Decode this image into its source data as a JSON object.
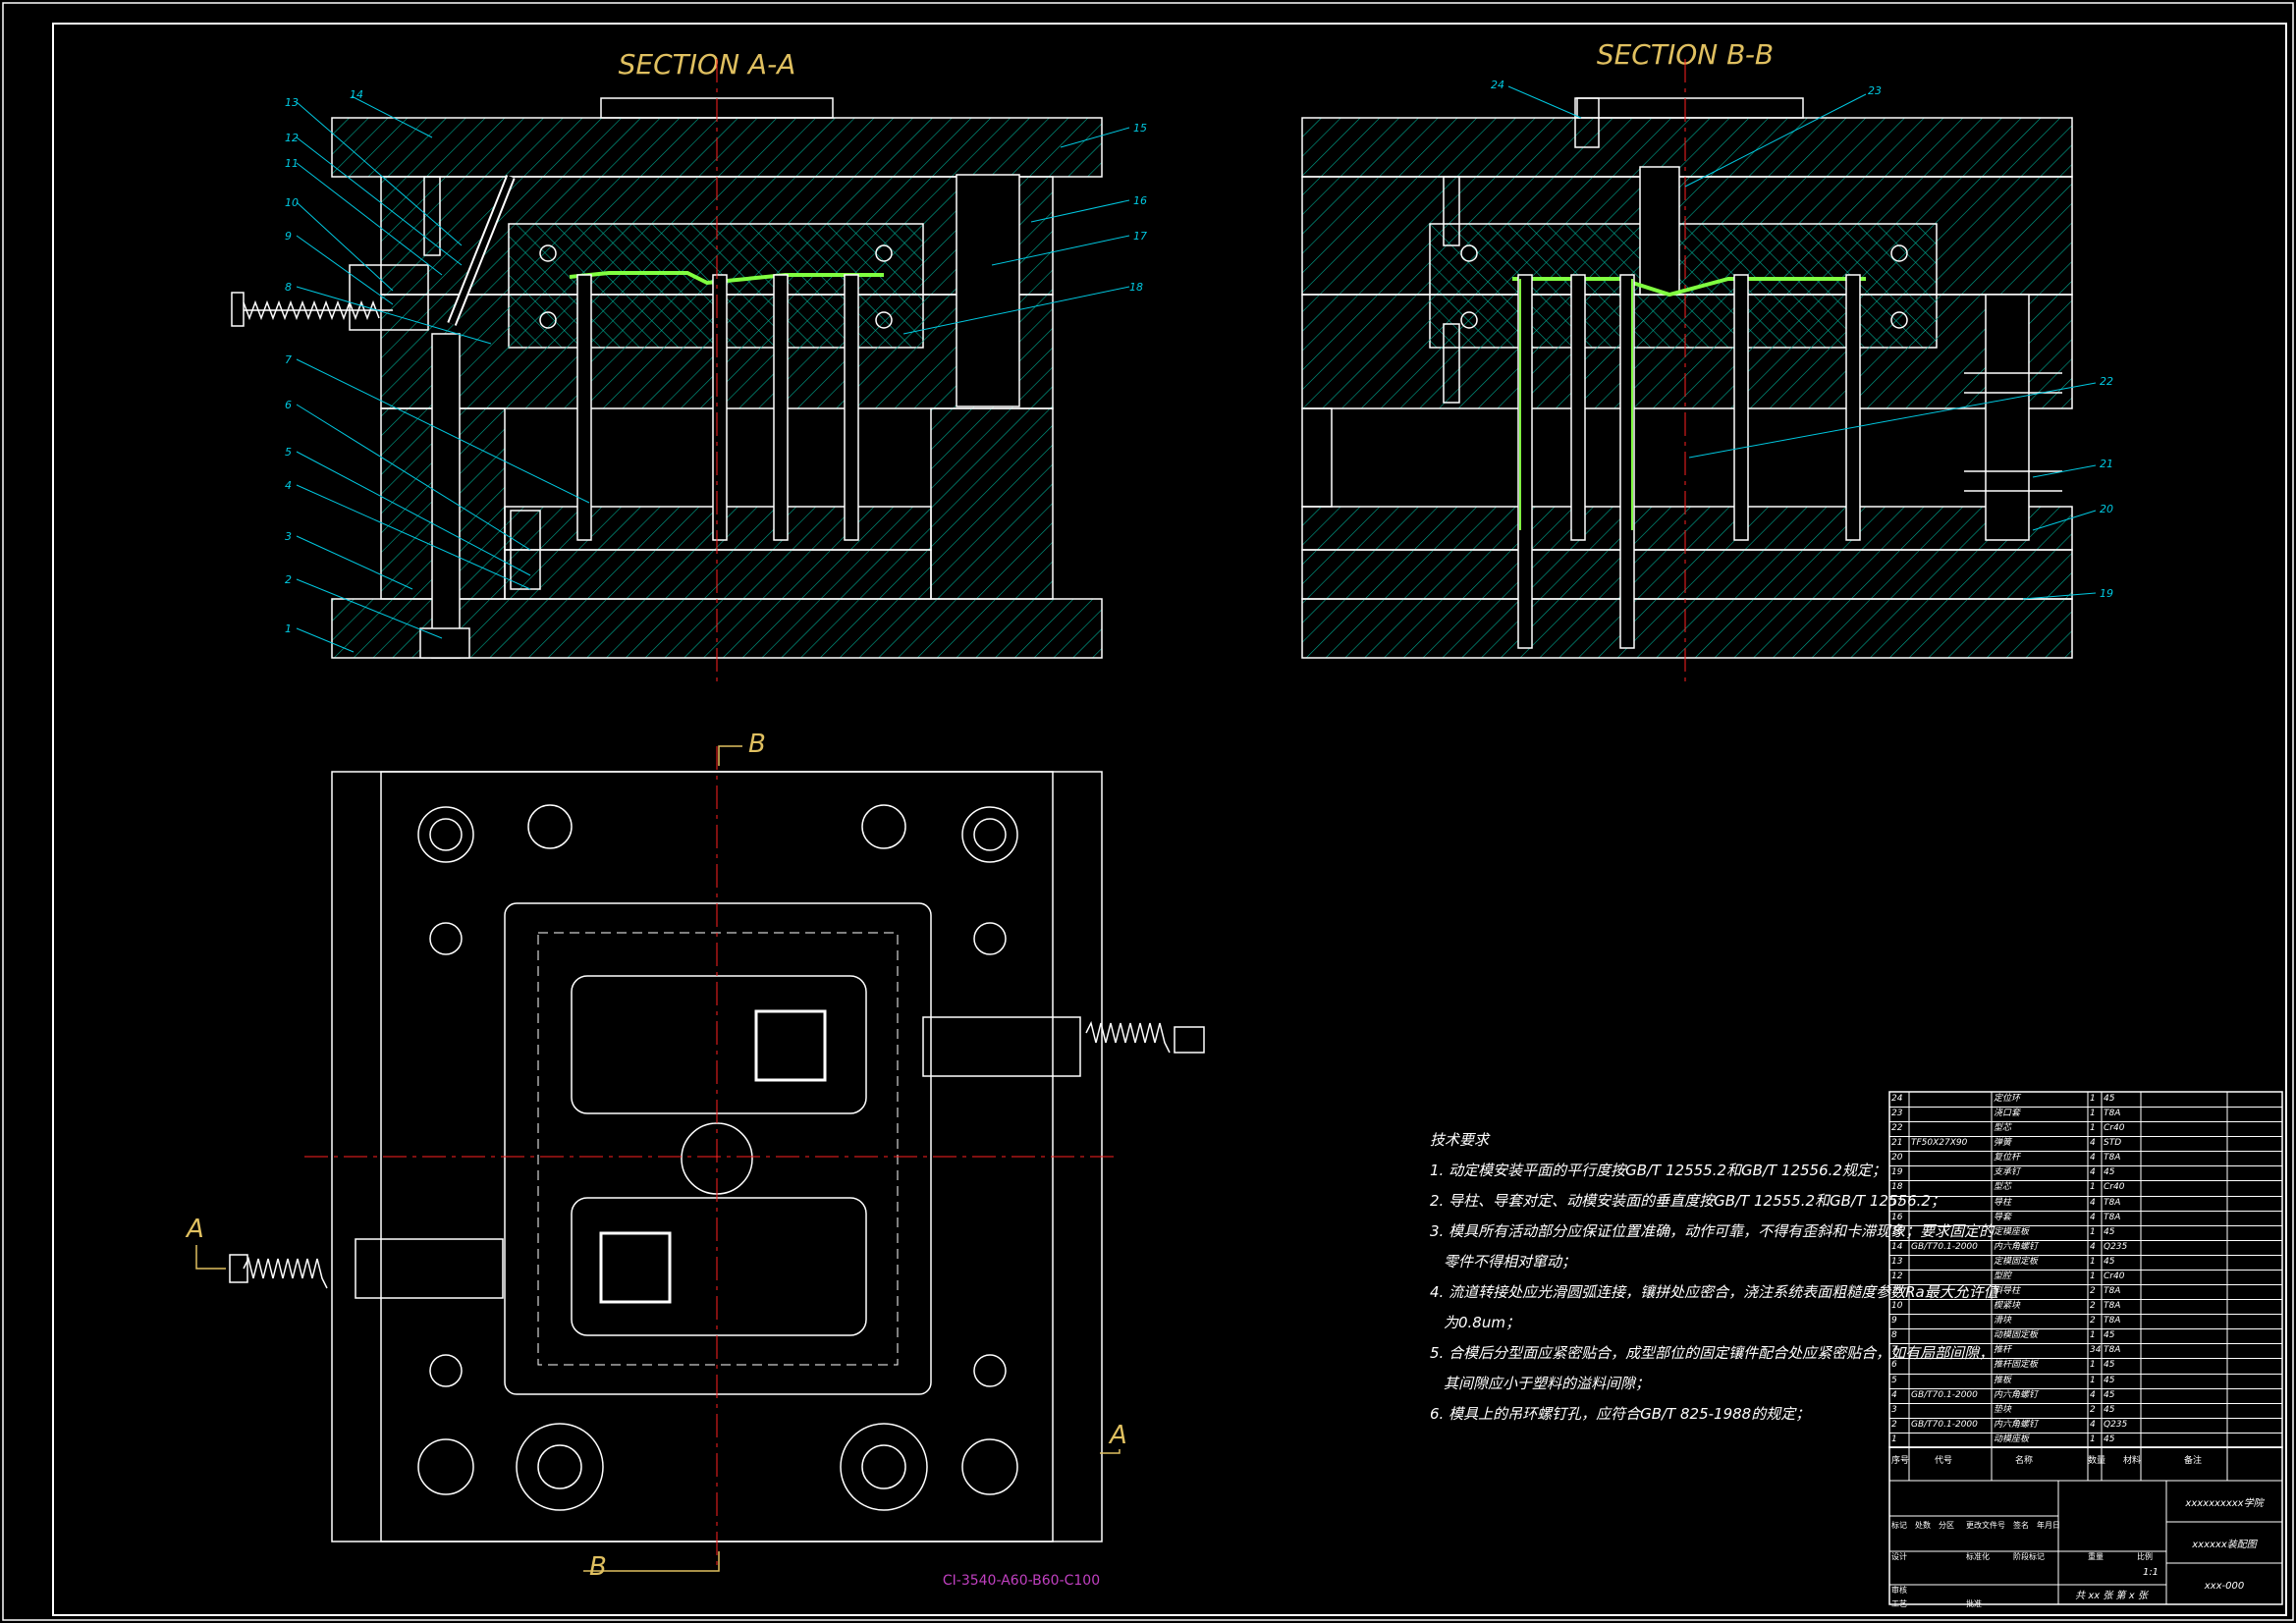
{
  "views": {
    "section_aa_title": "SECTION A-A",
    "section_bb_title": "SECTION B-B",
    "cut_a": "A",
    "cut_b": "B",
    "layer_code": "CI-3540-A60-B60-C100"
  },
  "balloons_aa": [
    "1",
    "2",
    "3",
    "4",
    "5",
    "6",
    "7",
    "8",
    "9",
    "10",
    "11",
    "12",
    "13",
    "14",
    "15",
    "16",
    "17",
    "18"
  ],
  "balloons_bb": [
    "19",
    "20",
    "21",
    "22",
    "23",
    "24"
  ],
  "notes": {
    "title": "技术要求",
    "lines": [
      "1. 动定模安装平面的平行度按GB/T 12555.2和GB/T 12556.2规定；",
      "2. 导柱、导套对定、动模安装面的垂直度按GB/T 12555.2和GB/T 12556.2；",
      "3. 模具所有活动部分应保证位置准确，动作可靠，不得有歪斜和卡滞现象；要求固定的",
      "零件不得相对窜动；",
      "4. 流道转接处应光滑圆弧连接，镶拼处应密合，浇注系统表面粗糙度参数Ra最大允许值",
      "为0.8um；",
      "5. 合模后分型面应紧密贴合，成型部位的固定镶件配合处应紧密贴合，如有局部间隙，",
      "其间隙应小于塑料的溢料间隙；",
      "6. 模具上的吊环螺钉孔，应符合GB/T 825-1988的规定；"
    ]
  },
  "bom": [
    {
      "no": "24",
      "std": "",
      "name": "定位环",
      "qty": "1",
      "mat": "45",
      "note": ""
    },
    {
      "no": "23",
      "std": "",
      "name": "浇口套",
      "qty": "1",
      "mat": "T8A",
      "note": ""
    },
    {
      "no": "22",
      "std": "",
      "name": "型芯",
      "qty": "1",
      "mat": "Cr40",
      "note": ""
    },
    {
      "no": "21",
      "std": "TF50X27X90",
      "name": "弹簧",
      "qty": "4",
      "mat": "STD",
      "note": ""
    },
    {
      "no": "20",
      "std": "",
      "name": "复位杆",
      "qty": "4",
      "mat": "T8A",
      "note": ""
    },
    {
      "no": "19",
      "std": "",
      "name": "支承钉",
      "qty": "4",
      "mat": "45",
      "note": ""
    },
    {
      "no": "18",
      "std": "",
      "name": "型芯",
      "qty": "1",
      "mat": "Cr40",
      "note": ""
    },
    {
      "no": "17",
      "std": "",
      "name": "导柱",
      "qty": "4",
      "mat": "T8A",
      "note": ""
    },
    {
      "no": "16",
      "std": "",
      "name": "导套",
      "qty": "4",
      "mat": "T8A",
      "note": ""
    },
    {
      "no": "15",
      "std": "",
      "name": "定模座板",
      "qty": "1",
      "mat": "45",
      "note": ""
    },
    {
      "no": "14",
      "std": "GB/T70.1-2000",
      "name": "内六角螺钉",
      "qty": "4",
      "mat": "Q235",
      "note": ""
    },
    {
      "no": "13",
      "std": "",
      "name": "定模固定板",
      "qty": "1",
      "mat": "45",
      "note": ""
    },
    {
      "no": "12",
      "std": "",
      "name": "型腔",
      "qty": "1",
      "mat": "Cr40",
      "note": ""
    },
    {
      "no": "11",
      "std": "",
      "name": "斜导柱",
      "qty": "2",
      "mat": "T8A",
      "note": ""
    },
    {
      "no": "10",
      "std": "",
      "name": "楔紧块",
      "qty": "2",
      "mat": "T8A",
      "note": ""
    },
    {
      "no": "9",
      "std": "",
      "name": "滑块",
      "qty": "2",
      "mat": "T8A",
      "note": ""
    },
    {
      "no": "8",
      "std": "",
      "name": "动模固定板",
      "qty": "1",
      "mat": "45",
      "note": ""
    },
    {
      "no": "7",
      "std": "",
      "name": "推杆",
      "qty": "34",
      "mat": "T8A",
      "note": ""
    },
    {
      "no": "6",
      "std": "",
      "name": "推杆固定板",
      "qty": "1",
      "mat": "45",
      "note": ""
    },
    {
      "no": "5",
      "std": "",
      "name": "推板",
      "qty": "1",
      "mat": "45",
      "note": ""
    },
    {
      "no": "4",
      "std": "GB/T70.1-2000",
      "name": "内六角螺钉",
      "qty": "4",
      "mat": "45",
      "note": ""
    },
    {
      "no": "3",
      "std": "",
      "name": "垫块",
      "qty": "2",
      "mat": "45",
      "note": ""
    },
    {
      "no": "2",
      "std": "GB/T70.1-2000",
      "name": "内六角螺钉",
      "qty": "4",
      "mat": "Q235",
      "note": ""
    },
    {
      "no": "1",
      "std": "",
      "name": "动模座板",
      "qty": "1",
      "mat": "45",
      "note": ""
    }
  ],
  "bom_header": [
    "序号",
    "代号",
    "名称",
    "数量",
    "材料",
    "备注"
  ],
  "title_block": {
    "school": "xxxxxxxxxx学院",
    "drawing_name": "xxxxxx装配图",
    "drawing_no": "xxx-000",
    "scale": "1:1",
    "sheets": "共 xx 张  第 x 张",
    "labels": [
      "标记",
      "处数",
      "分区",
      "更改文件号",
      "签名",
      "年月日",
      "设计",
      "标准化",
      "阶段标记",
      "重量",
      "比例",
      "审核",
      "工艺",
      "批准"
    ]
  },
  "colors": {
    "frame": "#ffffff",
    "hatch": "#00b0a0",
    "center": "#ff2020",
    "label": "#e0c060",
    "part": "#80ff40",
    "leader": "#00c8e0",
    "layer_code": "#c040c0"
  }
}
